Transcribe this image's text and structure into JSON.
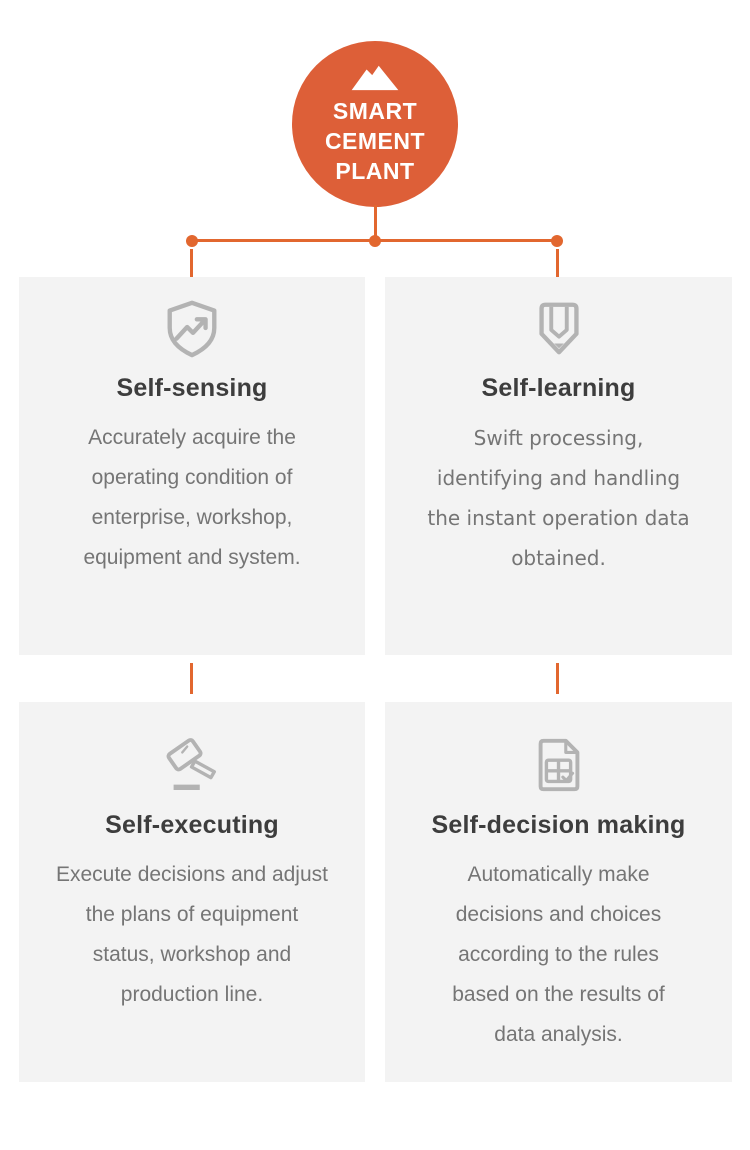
{
  "hub": {
    "icon": "mountain-icon",
    "label_lines": [
      "SMART",
      "CEMENT",
      "PLANT"
    ],
    "circle_color": "#dd5f38",
    "text_color": "#ffffff"
  },
  "connector": {
    "color": "#e2672f"
  },
  "colors": {
    "card_background": "#f3f3f3",
    "title": "#3d3d3d",
    "body": "#757575",
    "icon": "#b3b3b3"
  },
  "cards": [
    {
      "icon": "shield-trend-icon",
      "title": "Self-sensing",
      "body_lines": [
        "Accurately acquire the",
        "operating condition of",
        "enterprise, workshop,",
        "equipment and system."
      ]
    },
    {
      "icon": "pencil-icon",
      "title": "Self-learning",
      "body_lines": [
        "Swift processing,",
        "identifying and handling",
        "the instant operation data",
        "obtained."
      ]
    },
    {
      "icon": "gavel-icon",
      "title": "Self-executing",
      "body_lines": [
        "Execute decisions and adjust",
        "the plans of equipment",
        "status, workshop and",
        "production line."
      ]
    },
    {
      "icon": "document-check-icon",
      "title": "Self-decision making",
      "body_lines": [
        "Automatically make",
        "decisions and choices",
        "according to the rules",
        "based on the results of",
        "data analysis."
      ]
    }
  ]
}
